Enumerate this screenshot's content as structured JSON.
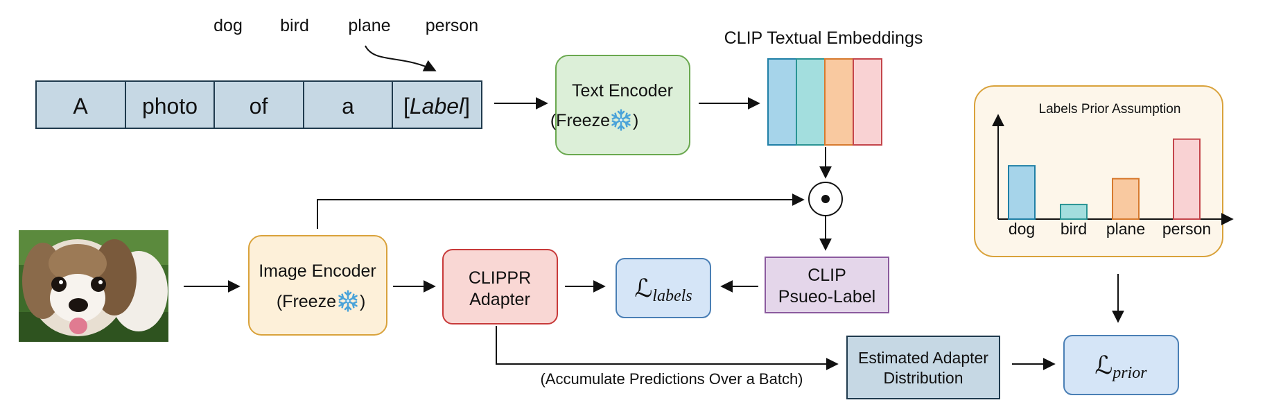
{
  "label_words": [
    "dog",
    "bird",
    "plane",
    "person"
  ],
  "prompt_tokens": [
    "A",
    "photo",
    "of",
    "a",
    "[",
    "Label",
    "]"
  ],
  "text_encoder": {
    "line1": "Text Encoder",
    "line2_prefix": "(Freeze ",
    "line2_suffix": ")"
  },
  "clip_embeddings_title": "CLIP Textual Embeddings",
  "embedding_colors": [
    "#a6d4ea",
    "#a3dede",
    "#f9c9a0",
    "#f9d2d3"
  ],
  "embedding_strokes": [
    "#1f7fa6",
    "#2a9494",
    "#d77a2e",
    "#c4454b"
  ],
  "image_encoder": {
    "line1": "Image Encoder",
    "line2_prefix": "(Freeze ",
    "line2_suffix": ")"
  },
  "clippr_adapter": {
    "line1": "CLIPPR",
    "line2": "Adapter"
  },
  "loss_labels": {
    "main": "ℒ",
    "sub": "labels"
  },
  "clip_pseudo_label": {
    "line1": "CLIP",
    "line2": "Psueo-Label"
  },
  "estimated_distribution": {
    "line1": "Estimated Adapter",
    "line2": "Distribution"
  },
  "loss_prior": {
    "main": "ℒ",
    "sub": "prior"
  },
  "accumulate_note": "(Accumulate Predictions Over a Batch)",
  "labels_prior": {
    "title": "Labels Prior Assumption",
    "categories": [
      "dog",
      "bird",
      "plane",
      "person"
    ],
    "values": [
      0.62,
      0.17,
      0.47,
      0.93
    ],
    "colors": [
      "#a6d4ea",
      "#a3dede",
      "#f9c9a0",
      "#f9d2d3"
    ],
    "strokes": [
      "#1f7fa6",
      "#2a9494",
      "#d77a2e",
      "#c4454b"
    ]
  },
  "snowflake_icon": "snowflake-icon",
  "dot_operator_icon": "dot-product-icon",
  "input_image": "dog-photo"
}
